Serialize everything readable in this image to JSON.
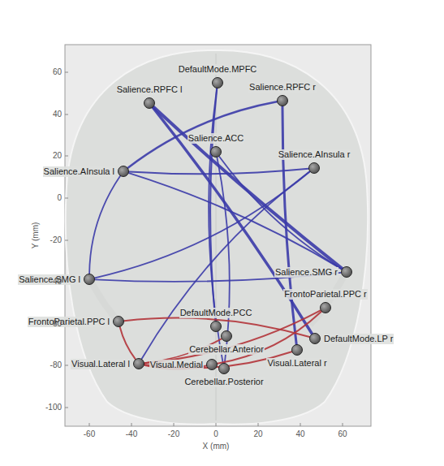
{
  "diagram": {
    "nodes": [
      {
        "text": [
          "DefaultMode.MPFC"
        ]
      },
      {
        "text": [
          "Salience.RPFC l"
        ]
      },
      {
        "text": [
          "Salience.RPFC r"
        ]
      },
      {
        "text": [
          "Salience.ACC"
        ]
      },
      {
        "text": [
          "Salience.AInsula l"
        ]
      },
      {
        "text": [
          "Salience.AInsula r"
        ]
      },
      {
        "text": [
          "Salience.SMG l"
        ]
      },
      {
        "text": [
          "Salience.SMG r"
        ]
      },
      {
        "text": [
          "FrontoParietal.PPC l"
        ]
      },
      {
        "text": [
          "FrontoParietal.PPC r"
        ]
      },
      {
        "text": [
          "DefaultMode.PCC"
        ]
      },
      {
        "text": [
          "Cerebellar.Anterior"
        ]
      },
      {
        "text": [
          "DefaultMode.LP r"
        ]
      },
      {
        "text": [
          "Visual.Lateral r"
        ]
      },
      {
        "text": [
          "Visual.Lateral l"
        ]
      },
      {
        "text": [
          "Visual.Medial"
        ]
      },
      {
        "text": [
          "Cerebellar.Posterior"
        ]
      }
    ],
    "edges": [
      {
        "from": 1,
        "to": 7,
        "arrow": "none"
      },
      {
        "from": 1,
        "to": 12,
        "arrow": "none"
      },
      {
        "from": 2,
        "to": 4,
        "arrow": "none"
      },
      {
        "from": 2,
        "to": 13,
        "arrow": "none"
      },
      {
        "from": 4,
        "to": 5,
        "arrow": "none"
      },
      {
        "from": 4,
        "to": 7,
        "arrow": "none"
      },
      {
        "from": 4,
        "to": 6,
        "arrow": "none"
      },
      {
        "from": 0,
        "to": 10,
        "arrow": "none"
      },
      {
        "from": 0,
        "to": 16,
        "arrow": "none"
      },
      {
        "from": 3,
        "to": 16,
        "arrow": "none"
      },
      {
        "from": 5,
        "to": 6,
        "arrow": "none"
      },
      {
        "from": 6,
        "to": 7,
        "arrow": "none"
      },
      {
        "from": 5,
        "to": 14,
        "arrow": "none"
      },
      {
        "from": 3,
        "to": 7,
        "arrow": "none"
      },
      {
        "from": 14,
        "to": 13,
        "arrow": "none"
      },
      {
        "from": 14,
        "to": 9,
        "arrow": "none"
      },
      {
        "from": 15,
        "to": 9,
        "arrow": "none"
      },
      {
        "from": 8,
        "to": 14,
        "arrow": "none"
      },
      {
        "from": 8,
        "to": 12,
        "arrow": "none"
      },
      {
        "from": 14,
        "to": 15,
        "arrow": "none"
      },
      {
        "from": 11,
        "to": 14,
        "arrow": "none"
      }
    ],
    "labels": [
      "60",
      "40",
      "20",
      "0",
      "-20",
      "-40",
      "-60",
      "-80",
      "-100",
      "-60",
      "-40",
      "-20",
      "0",
      "20",
      "40",
      "60",
      "Y (mm)",
      "X (mm)"
    ]
  }
}
